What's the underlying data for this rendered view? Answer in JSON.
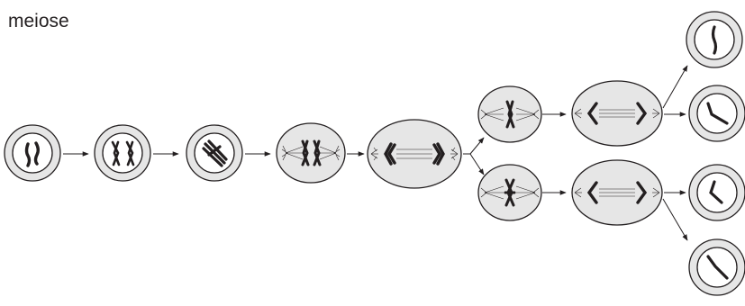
{
  "title": "meiose",
  "colors": {
    "background": "#ffffff",
    "cell_fill": "#e6e6e6",
    "inner_fill": "#ffffff",
    "stroke": "#231f20",
    "chromosome": "#231f20"
  },
  "stages": [
    {
      "id": "interphase",
      "kind": "ring-cell",
      "chromosomes": "two-separate-dark"
    },
    {
      "id": "early-prophase",
      "kind": "ring-cell",
      "chromosomes": "two-x-pairs"
    },
    {
      "id": "pairing",
      "kind": "ring-cell",
      "chromosomes": "tetrad"
    },
    {
      "id": "metaphase-1",
      "kind": "oval-cell",
      "chromosomes": "tetrad-with-spindle"
    },
    {
      "id": "anaphase-1",
      "kind": "oval-cell",
      "chromosomes": "separating-pairs"
    },
    {
      "id": "metaphase-2-top",
      "kind": "oval-cell",
      "chromosomes": "one-pair-with-spindle"
    },
    {
      "id": "metaphase-2-bottom",
      "kind": "oval-cell",
      "chromosomes": "one-pair-with-spindle"
    },
    {
      "id": "anaphase-2-top",
      "kind": "oval-cell",
      "chromosomes": "separating-single"
    },
    {
      "id": "anaphase-2-bottom",
      "kind": "oval-cell",
      "chromosomes": "separating-single"
    },
    {
      "id": "gamete-1",
      "kind": "ring-cell",
      "chromosomes": "one-straight"
    },
    {
      "id": "gamete-2",
      "kind": "ring-cell",
      "chromosomes": "one-bent"
    },
    {
      "id": "gamete-3",
      "kind": "ring-cell",
      "chromosomes": "one-bent"
    },
    {
      "id": "gamete-4",
      "kind": "ring-cell",
      "chromosomes": "one-diagonal"
    }
  ]
}
